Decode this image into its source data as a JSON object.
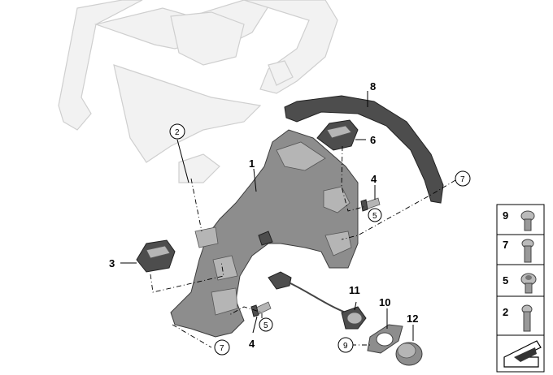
{
  "callouts": [
    {
      "id": "c1",
      "label": "1"
    },
    {
      "id": "c2",
      "label": "2"
    },
    {
      "id": "c3",
      "label": "3"
    },
    {
      "id": "c4a",
      "label": "4"
    },
    {
      "id": "c4b",
      "label": "4"
    },
    {
      "id": "c5a",
      "label": "5"
    },
    {
      "id": "c5b",
      "label": "5"
    },
    {
      "id": "c6",
      "label": "6"
    },
    {
      "id": "c7a",
      "label": "7"
    },
    {
      "id": "c7b",
      "label": "7"
    },
    {
      "id": "c8",
      "label": "8"
    },
    {
      "id": "c9",
      "label": "9"
    },
    {
      "id": "c10",
      "label": "10"
    },
    {
      "id": "c11",
      "label": "11"
    },
    {
      "id": "c12",
      "label": "12"
    }
  ],
  "legend": {
    "items": [
      {
        "label": "9"
      },
      {
        "label": "7"
      },
      {
        "label": "5"
      },
      {
        "label": "2"
      }
    ]
  },
  "colors": {
    "ghost": "#f2f2f2",
    "part": "#8d8d8d",
    "dark": "#4d4d4d",
    "line": "#000000"
  }
}
